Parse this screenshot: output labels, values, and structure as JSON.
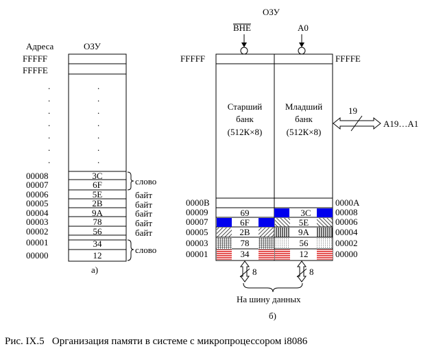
{
  "left": {
    "header_addr": "Адреса",
    "header_ram": "ОЗУ",
    "top_addrs": [
      "FFFFF",
      "FFFFE"
    ],
    "dots": ".",
    "addrs": [
      "00008",
      "00007",
      "00006",
      "00005",
      "00004",
      "00003",
      "00002",
      "00001",
      "00000"
    ],
    "values": [
      "3C",
      "6F",
      "5E",
      "2B",
      "9A",
      "78",
      "56",
      "34",
      "12"
    ],
    "word_label": "слово",
    "byte_label": "байт",
    "sub_label": "а)"
  },
  "right": {
    "title": "ОЗУ",
    "signal_bhe": "BHE",
    "signal_a0": "A0",
    "top_left_addr": "FFFFF",
    "top_right_addr": "FFFFE",
    "high_bank": [
      "Старший",
      "банк",
      "(512К×8)"
    ],
    "low_bank": [
      "Младший",
      "банк",
      "(512К×8)"
    ],
    "bus_width": "19",
    "bus_label": "A19…A1",
    "left_addrs": [
      "0000B",
      "00009",
      "00007",
      "00005",
      "00003",
      "00001"
    ],
    "right_addrs": [
      "0000A",
      "00008",
      "00006",
      "00004",
      "00002",
      "00000"
    ],
    "high_values": [
      "69",
      "6F",
      "2B",
      "78",
      "34"
    ],
    "low_values": [
      "3C",
      "5E",
      "9A",
      "56",
      "12"
    ],
    "data_width_left": "8",
    "data_width_right": "8",
    "data_bus_label": "На шину данных",
    "sub_label": "б)"
  },
  "caption": "Рис. IX.5   Организация памяти в системе с микропроцессором i8086",
  "colors": {
    "blue": "#0000ee",
    "red": "#dd2222",
    "black": "#000000"
  }
}
